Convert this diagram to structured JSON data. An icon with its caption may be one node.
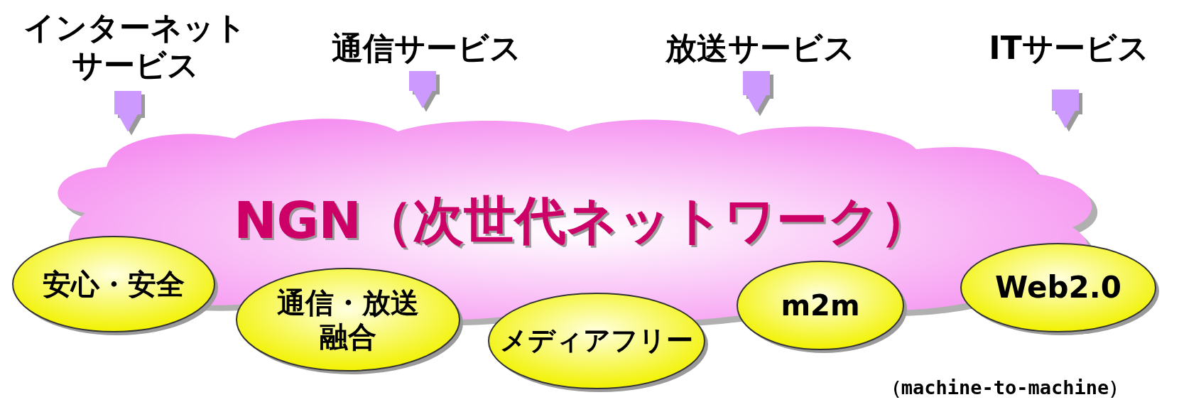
{
  "diagram": {
    "nodes": [
      {
        "text": [
          "インターネットサービス"
        ]
      },
      {
        "text": [
          "通信サービス"
        ]
      },
      {
        "text": [
          "放送サービス"
        ]
      },
      {
        "text": [
          "ITサービス"
        ]
      },
      {
        "text": [
          "NGN（次世代ネットワーク）"
        ]
      },
      {
        "text": [
          "安心・安全"
        ]
      },
      {
        "text": [
          "通信・放送融合"
        ]
      },
      {
        "text": [
          "メディアフリー"
        ]
      },
      {
        "text": [
          "m2m"
        ],
        "beside": [
          "（machine-to-machine）"
        ]
      },
      {
        "text": [
          "Web2.0"
        ]
      }
    ],
    "edges": [
      {
        "from": 0,
        "to": 4,
        "arrow": "to"
      },
      {
        "from": 1,
        "to": 4,
        "arrow": "to"
      },
      {
        "from": 2,
        "to": 4,
        "arrow": "to"
      },
      {
        "from": 3,
        "to": 4,
        "arrow": "to"
      }
    ]
  }
}
